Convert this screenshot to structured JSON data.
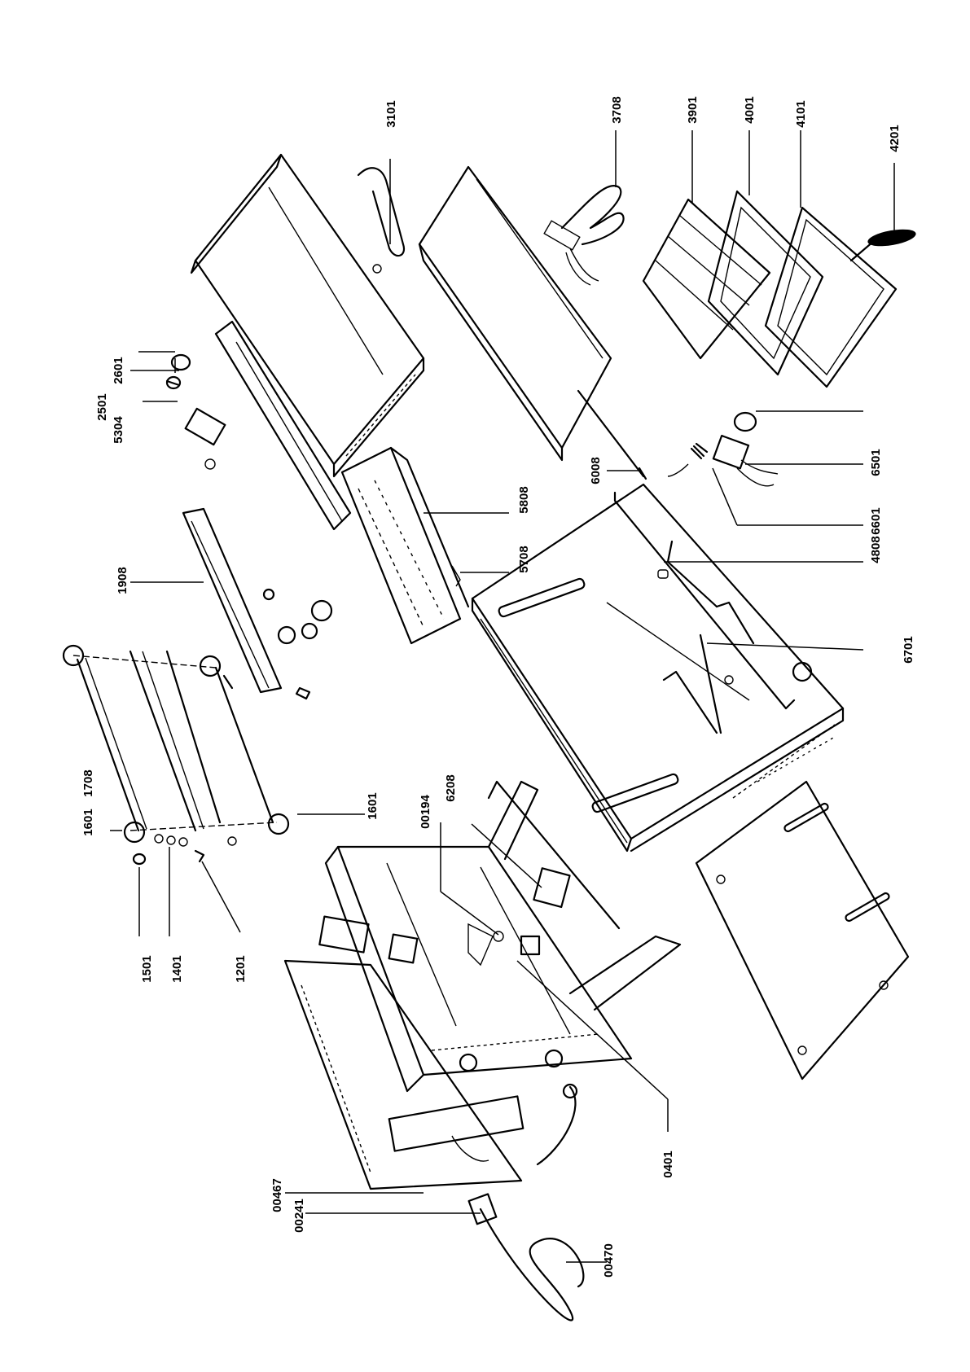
{
  "part_labels": {
    "p3101": "3101",
    "p3708": "3708",
    "p3901": "3901",
    "p4001": "4001",
    "p4101": "4101",
    "p4201": "4201",
    "p2601": "2601",
    "p2501": "2501",
    "p5304": "5304",
    "p1908": "1908",
    "p5808": "5808",
    "p5708": "5708",
    "p6008": "6008",
    "p6501": "6501",
    "p6601": "6601",
    "p4808": "4808",
    "p6701": "6701",
    "p1601a": "1601",
    "p1708": "1708",
    "p1601b": "1601",
    "p00194": "00194",
    "p6208": "6208",
    "p1501": "1501",
    "p1401": "1401",
    "p1201": "1201",
    "p00467": "00467",
    "p00241": "00241",
    "p00470": "00470",
    "p0401": "0401"
  }
}
